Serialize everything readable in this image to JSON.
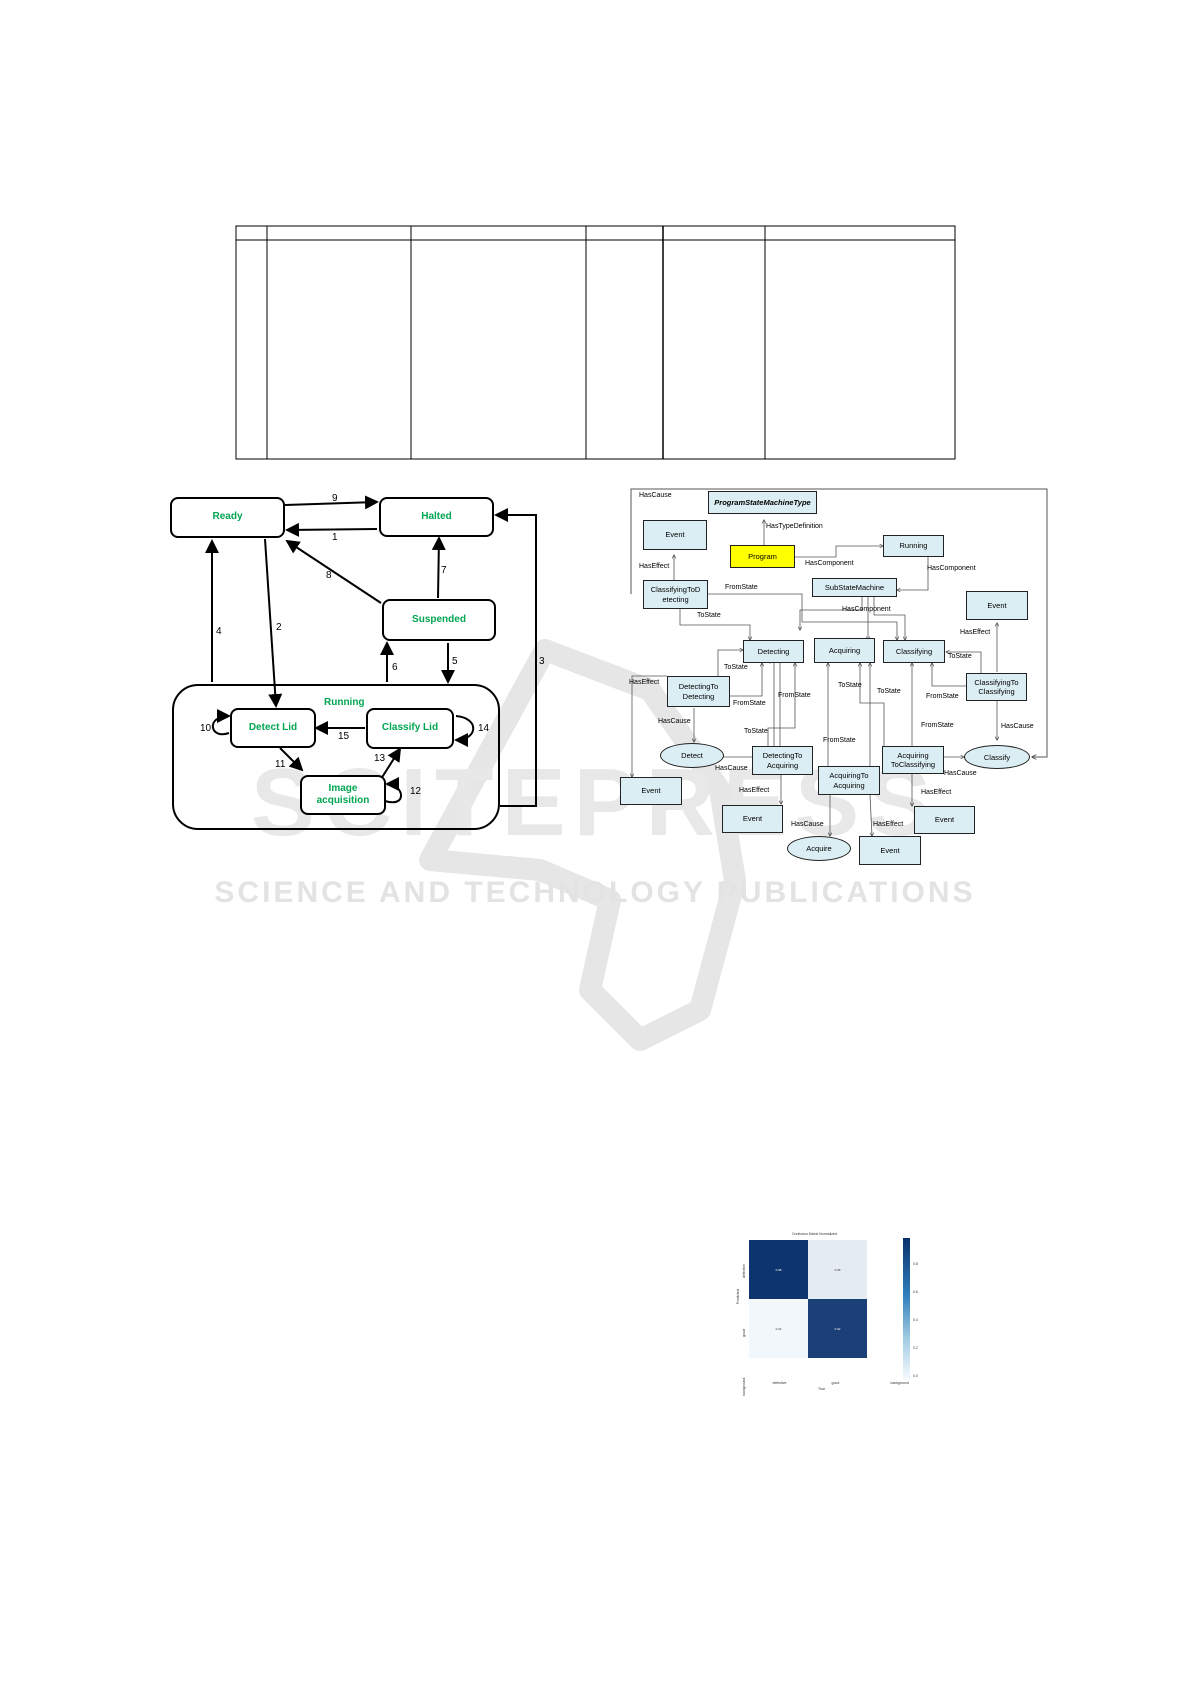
{
  "watermark": {
    "line1": "SCITEPRESS",
    "line2": "SCIENCE AND TECHNOLOGY PUBLICATIONS"
  },
  "state_diagram": {
    "states": {
      "ready": "Ready",
      "halted": "Halted",
      "suspended": "Suspended",
      "running": "Running",
      "detect_lid": "Detect Lid",
      "classify_lid": "Classify Lid",
      "image_acq_1": "Image",
      "image_acq_2": "acquisition"
    },
    "transitions": [
      "1",
      "2",
      "3",
      "4",
      "5",
      "6",
      "7",
      "8",
      "9",
      "10",
      "11",
      "12",
      "13",
      "14",
      "15"
    ]
  },
  "opcua_diagram": {
    "nodes": {
      "program_type": "ProgramStateMachineType",
      "program": "Program",
      "running": "Running",
      "substatemachine": "SubStateMachine",
      "event": "Event",
      "classifying_to_detecting_1": "ClassifyingToD",
      "classifying_to_detecting_2": "etecting",
      "detecting": "Detecting",
      "acquiring": "Acquiring",
      "classifying": "Classifying",
      "detecting_to_detecting_1": "DetectingTo",
      "detecting_to_detecting_2": "Detecting",
      "classifying_to_classifying_1": "ClassifyingTo",
      "classifying_to_classifying_2": "Classifying",
      "detecting_to_acquiring_1": "DetectingTo",
      "detecting_to_acquiring_2": "Acquiring",
      "acquiring_to_acquiring_1": "AcquiringTo",
      "acquiring_to_acquiring_2": "Acquiring",
      "acquiring_to_classifying_1": "Acquiring",
      "acquiring_to_classifying_2": "ToClassifying",
      "detect": "Detect",
      "acquire": "Acquire",
      "classify": "Classify"
    },
    "relations": {
      "has_cause": "HasCause",
      "has_type_definition": "HasTypeDefinition",
      "has_effect": "HasEffect",
      "has_component": "HasComponent",
      "from_state": "FromState",
      "to_state": "ToState"
    }
  },
  "chart_data": {
    "type": "heatmap",
    "title": "Confusion Matrix Normalized",
    "xlabel": "True",
    "ylabel": "Predicted",
    "x_categories": [
      "defective",
      "good",
      "background"
    ],
    "y_categories": [
      "defective",
      "good",
      "background"
    ],
    "values": [
      [
        0.98,
        0.08
      ],
      [
        0.02,
        0.92
      ]
    ],
    "value_labels": [
      "0.98",
      "0.08",
      "0.02",
      "0.92"
    ],
    "colorbar_ticks": [
      "0.8",
      "0.6",
      "0.4",
      "0.2",
      "0.0"
    ],
    "colorscale": {
      "low": "#f7fbff",
      "high": "#08306b"
    }
  }
}
